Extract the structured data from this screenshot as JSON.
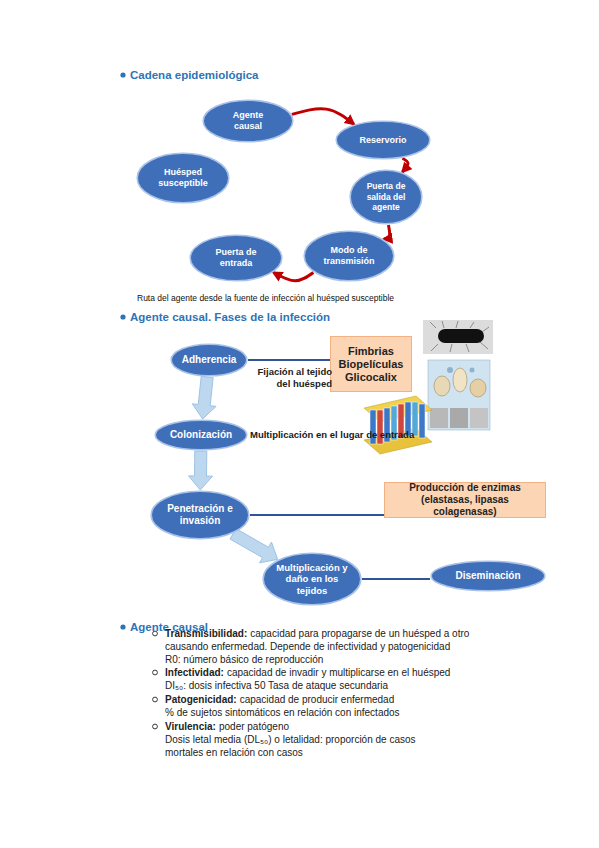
{
  "diagram": {
    "caption": "Ruta del agente desde la fuente de infección al huésped susceptible",
    "nodes": [
      {
        "text": [
          "Agente causal"
        ]
      },
      {
        "text": [
          "Reservorio"
        ]
      },
      {
        "text": [
          "Puerta de salida del agente"
        ]
      },
      {
        "text": [
          "Modo de transmisión"
        ]
      },
      {
        "text": [
          "Puerta de entrada"
        ]
      },
      {
        "text": [
          "Huésped susceptible"
        ]
      },
      {
        "text": [
          "Adherencia"
        ]
      },
      {
        "text": [
          "Fimbrias Biopelículas Glicocalix"
        ]
      },
      {
        "text": [
          "Colonización"
        ]
      },
      {
        "text": [
          "Penetración e invasión"
        ]
      },
      {
        "text": [
          "Producción de enzimas (elastasas, lipasas colagenasas)"
        ]
      },
      {
        "text": [
          "Multiplicación y daño en los tejidos"
        ]
      },
      {
        "text": [
          "Diseminación"
        ]
      }
    ],
    "edges": [
      {
        "from": 0,
        "to": 1,
        "arrow": "to"
      },
      {
        "from": 1,
        "to": 2,
        "arrow": "to"
      },
      {
        "from": 2,
        "to": 3,
        "arrow": "to"
      },
      {
        "from": 3,
        "to": 4,
        "arrow": "to"
      },
      {
        "from": 6,
        "to": 7,
        "label": "Fijación al tejido del huésped",
        "arrow": "none"
      },
      {
        "from": 6,
        "to": 8,
        "arrow": "to"
      },
      {
        "from": 8,
        "to": 9,
        "arrow": "to"
      },
      {
        "from": 9,
        "to": 10,
        "arrow": "none"
      },
      {
        "from": 9,
        "to": 11,
        "arrow": "to"
      },
      {
        "from": 11,
        "to": 12,
        "arrow": "none"
      }
    ],
    "labels": [
      "Cadena epidemiológica",
      "Agente causal. Fases de la infección",
      "Multiplicación en el lugar de entrada",
      "Agente causal",
      "Transmisibilidad:",
      "capacidad para propagarse de un huésped a otro causando enfermedad. Depende de infectividad y patogenicidad",
      "R0: número básico de reproducción",
      "Infectividad:",
      "capacidad de invadir y multiplicarse en el huésped",
      "DI₅₀: dosis infectiva 50 Tasa de ataque secundaria",
      "Patogenicidad:",
      "capacidad de producir enfermedad",
      "% de sujetos sintomáticos en relación con infectados",
      "Virulencia:",
      "poder patógeno",
      "Dosis letal media (DL₅₀) o letalidad: proporción de casos mortales en relación con casos"
    ]
  }
}
